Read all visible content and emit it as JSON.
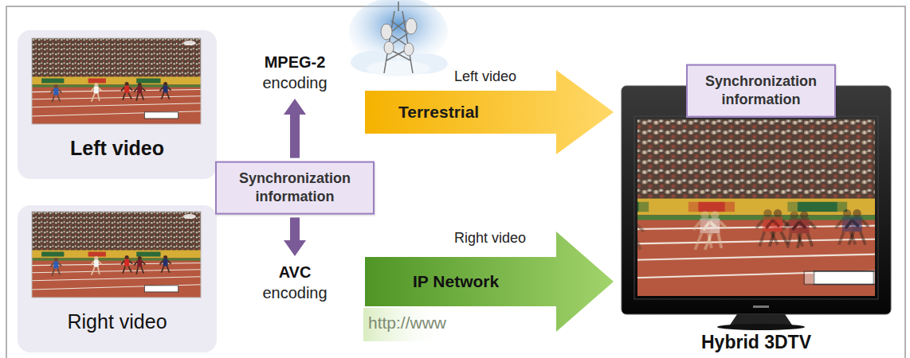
{
  "diagram": {
    "nodes": [
      {
        "text": [
          "Left video"
        ]
      },
      {
        "text": [
          "MPEG-2",
          "encoding"
        ]
      },
      {
        "text": [
          "Synchronization information"
        ]
      },
      {
        "text": [
          "AVC",
          "encoding"
        ]
      },
      {
        "text": [
          "Right video"
        ]
      },
      {
        "text": [
          "Left video",
          "Terrestrial"
        ]
      },
      {
        "text": [
          "Right video",
          "IP Network"
        ]
      },
      {
        "text": [
          "Synchronization information"
        ]
      },
      {
        "text": [
          "Hybrid 3DTV"
        ]
      }
    ],
    "edges": [
      {
        "from": 2,
        "to": 1,
        "arrow": "to"
      },
      {
        "from": 2,
        "to": 3,
        "arrow": "to"
      }
    ],
    "labels": [
      "http://www"
    ]
  }
}
